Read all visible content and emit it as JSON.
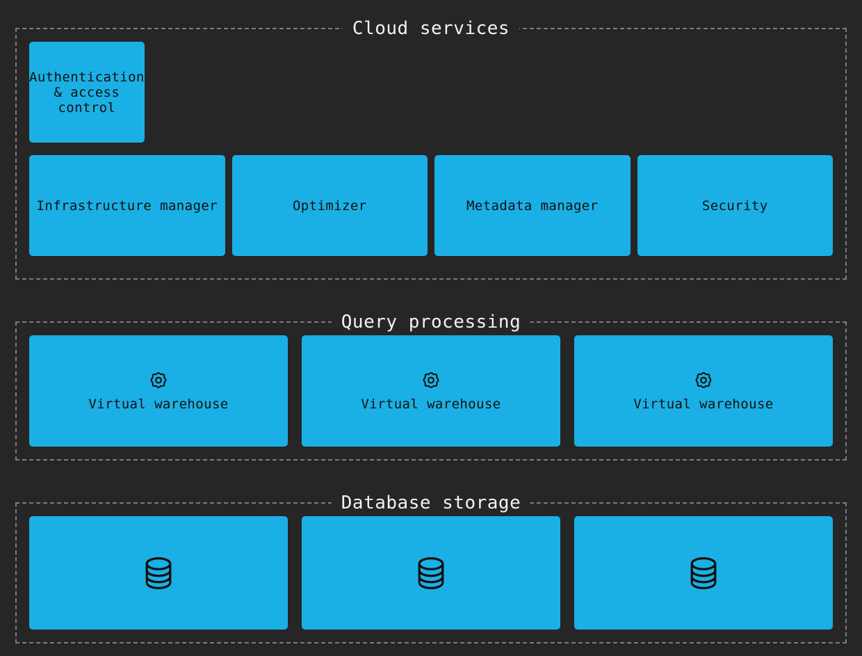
{
  "theme": {
    "background": "#262626",
    "node_fill": "#1BB0E5",
    "node_text": "#101010",
    "border": "#7d7d7d",
    "title_text": "#f2f2f2"
  },
  "sections": [
    {
      "title": "Cloud services",
      "banner": {
        "label": "Authentication & access control"
      },
      "items": [
        {
          "label": "Infrastructure manager"
        },
        {
          "label": "Optimizer"
        },
        {
          "label": "Metadata manager"
        },
        {
          "label": "Security"
        }
      ]
    },
    {
      "title": "Query processing",
      "items": [
        {
          "label": "Virtual warehouse",
          "icon": "gear-icon"
        },
        {
          "label": "Virtual warehouse",
          "icon": "gear-icon"
        },
        {
          "label": "Virtual warehouse",
          "icon": "gear-icon"
        }
      ]
    },
    {
      "title": "Database storage",
      "items": [
        {
          "label": "",
          "icon": "database-icon"
        },
        {
          "label": "",
          "icon": "database-icon"
        },
        {
          "label": "",
          "icon": "database-icon"
        }
      ]
    }
  ]
}
